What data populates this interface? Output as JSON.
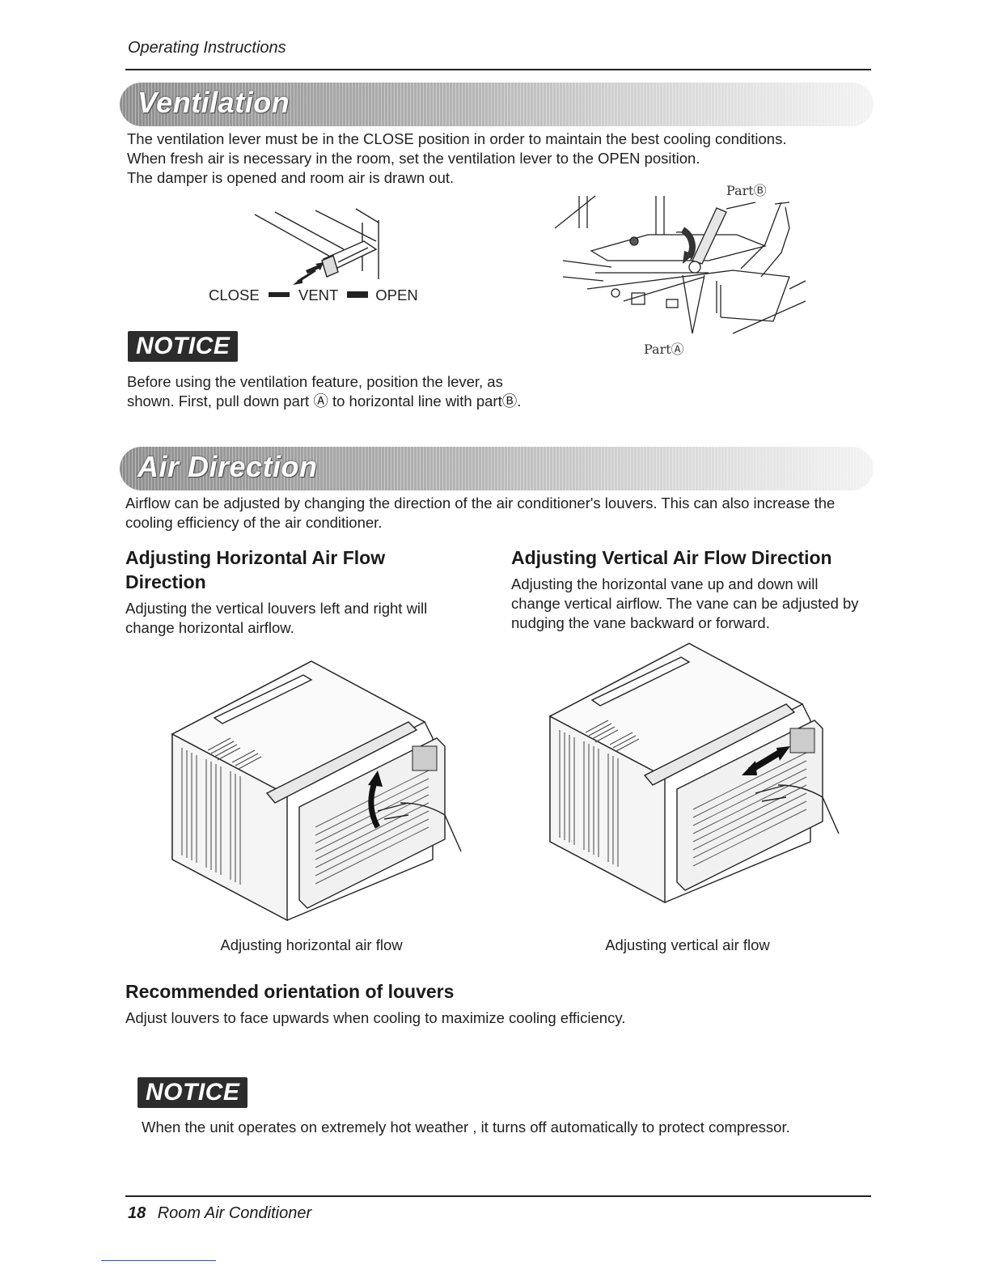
{
  "header": {
    "running_title": "Operating Instructions"
  },
  "ventilation": {
    "title": "Ventilation",
    "paragraph_lines": [
      "The ventilation lever must be in the CLOSE position in order to maintain the best cooling conditions.",
      "When fresh air is necessary in the room, set the ventilation lever to the OPEN position.",
      "The damper is opened and room air is drawn out."
    ],
    "lever_labels": {
      "close": "CLOSE",
      "vent": "VENT",
      "open": "OPEN"
    },
    "part_labels": {
      "b": "PartⒷ",
      "a": "PartⒶ"
    },
    "notice_label": "NOTICE",
    "notice_lines": [
      "Before using the ventilation feature, position the lever, as",
      "shown. First, pull down part Ⓐ to horizontal line with partⒷ."
    ]
  },
  "air_direction": {
    "title": "Air Direction",
    "intro_lines": [
      "Airflow can be adjusted by changing the direction of the air conditioner's  louvers. This can also increase the",
      "cooling efficiency of the air conditioner."
    ],
    "horizontal": {
      "heading_lines": [
        "Adjusting Horizontal Air Flow",
        "Direction"
      ],
      "text_lines": [
        "Adjusting the vertical  louvers left and right will",
        "change horizontal airflow."
      ],
      "caption": "Adjusting horizontal air flow"
    },
    "vertical": {
      "heading": "Adjusting Vertical Air Flow Direction",
      "text_lines": [
        "Adjusting the  horizontal  vane up and down will",
        "change vertical airflow. The  vane can be adjusted by",
        "nudging the vane backward or forward."
      ],
      "caption": "Adjusting vertical air flow"
    },
    "recommended": {
      "heading": "Recommended orientation of  louvers",
      "text": "Adjust  louvers to face upwards when cooling to maximize cooling efficiency."
    },
    "notice_label": "NOTICE",
    "notice_text": "When the unit operates on extremely hot weather , it turns off automatically to protect compressor."
  },
  "footer": {
    "page_number": "18",
    "title": "Room Air Conditioner"
  }
}
